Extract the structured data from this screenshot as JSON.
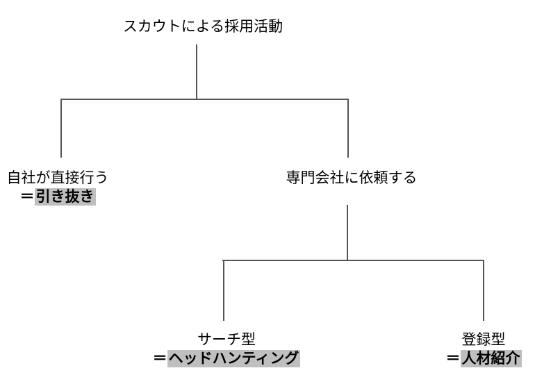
{
  "colors": {
    "highlight": "#bfbfbf",
    "line": "#545454",
    "text": "#000000",
    "bg": "#ffffff"
  },
  "tree": {
    "root": {
      "label": "スカウトによる採用活動"
    },
    "children": [
      {
        "label": "自社が直接行う",
        "equals": "＝",
        "term": "引き抜き"
      },
      {
        "label": "専門会社に依頼する",
        "children": [
          {
            "label": "サーチ型",
            "equals": "＝",
            "term": "ヘッドハンティング"
          },
          {
            "label": "登録型",
            "equals": "＝",
            "term": "人材紹介"
          }
        ]
      }
    ]
  }
}
